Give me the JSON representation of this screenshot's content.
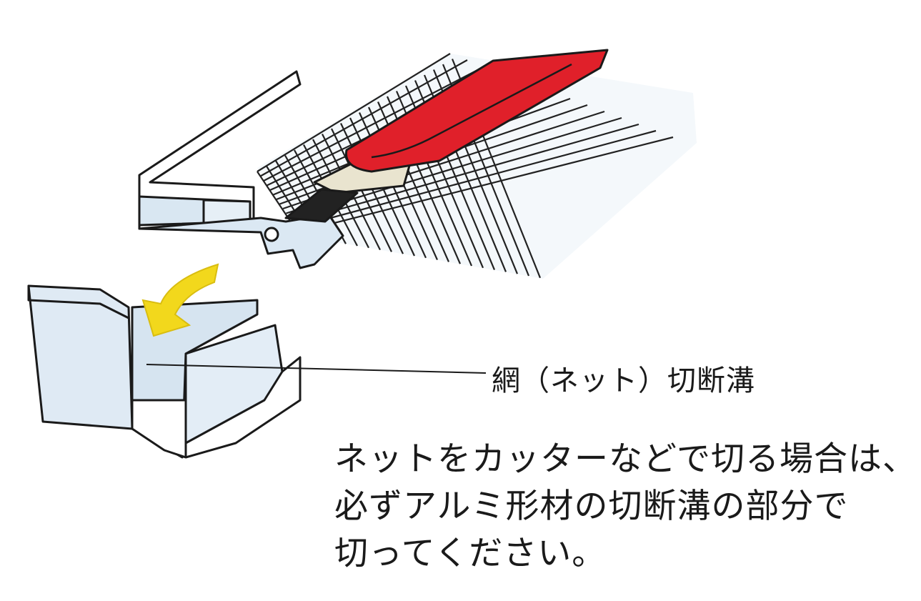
{
  "illustration": {
    "callout_label": "網（ネット）切断溝",
    "colors": {
      "cutter": "#e0202a",
      "arrow": "#f2d81c",
      "frame_shadow": "#cfe0ee",
      "outline": "#1a1a1a"
    }
  },
  "instructions": {
    "lines": [
      "ネットをカッターなどで切る場合は、",
      "必ずアルミ形材の切断溝の部分で",
      "切ってください。"
    ]
  }
}
